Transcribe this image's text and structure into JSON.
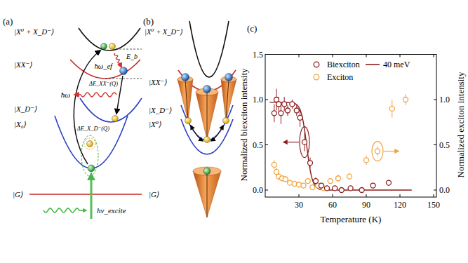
{
  "diagram": {
    "labels": [
      "(a)",
      "|X⁰ + X_D⁻⟩",
      "|XX⁻⟩",
      "|X_D⁻⟩",
      "|X₀⟩",
      "|G⟩",
      "ħω_ef",
      "E_b",
      "ΔE_XX⁻(Q)",
      "ħω",
      "ΔE_X_D⁻(Q)",
      "hν_excite",
      "(b)",
      "|X⁰ + X_D⁻⟩",
      "|XX⁻⟩",
      "|X_D⁻⟩",
      "|X⁰⟩",
      "|G⟩",
      "(c)",
      "Normalized biexciton intensity",
      "Normalized exciton intensity",
      "Temperature (K)",
      "0.0",
      "0.5",
      "1.0",
      "1.5",
      "30",
      "60",
      "90",
      "120",
      "150",
      "0.0",
      "0.5",
      "1.0"
    ],
    "legend": [
      {
        "text": "Biexciton"
      },
      {
        "text": "Exciton"
      },
      {
        "text": "40 meV"
      }
    ]
  }
}
